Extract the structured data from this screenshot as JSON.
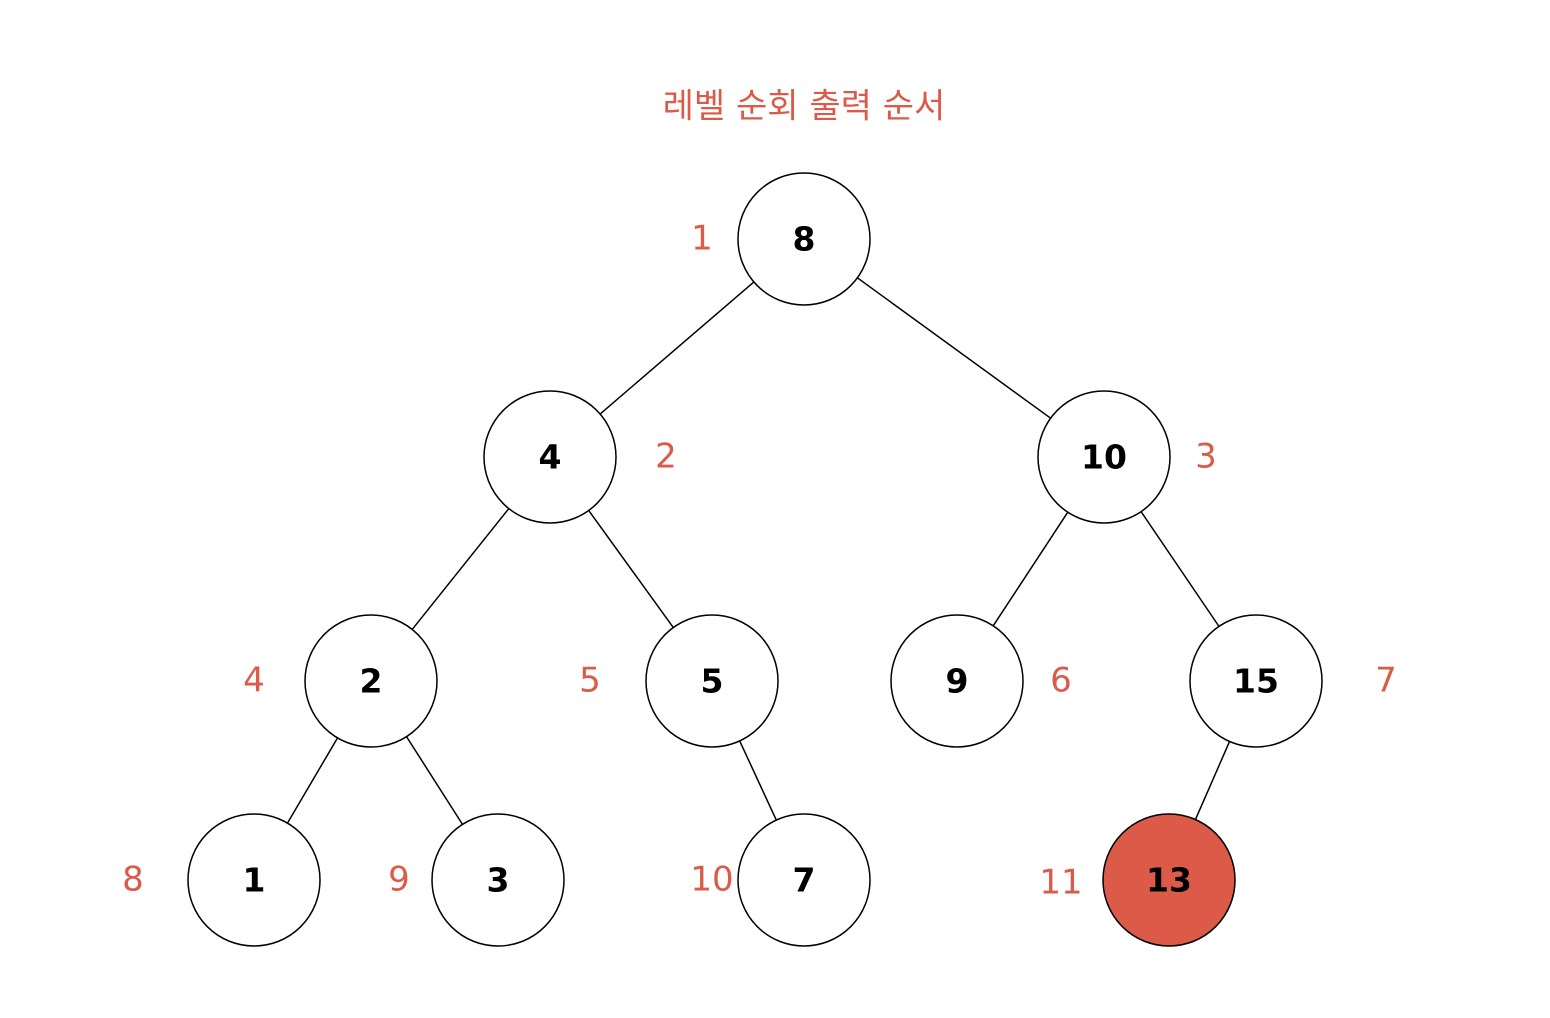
{
  "title": "레벨 순회 출력 순서",
  "colors": {
    "accent": "#db5a48",
    "node_fill": "#ffffff",
    "node_stroke": "#000000",
    "highlight_fill": "#db5a48"
  },
  "nodes": [
    {
      "id": "n8",
      "value": "8",
      "order": "1",
      "highlight": false
    },
    {
      "id": "n4",
      "value": "4",
      "order": "2",
      "highlight": false
    },
    {
      "id": "n10",
      "value": "10",
      "order": "3",
      "highlight": false
    },
    {
      "id": "n2",
      "value": "2",
      "order": "4",
      "highlight": false
    },
    {
      "id": "n5",
      "value": "5",
      "order": "5",
      "highlight": false
    },
    {
      "id": "n9",
      "value": "9",
      "order": "6",
      "highlight": false
    },
    {
      "id": "n15",
      "value": "15",
      "order": "7",
      "highlight": false
    },
    {
      "id": "n1",
      "value": "1",
      "order": "8",
      "highlight": false
    },
    {
      "id": "n3",
      "value": "3",
      "order": "9",
      "highlight": false
    },
    {
      "id": "n7",
      "value": "7",
      "order": "10",
      "highlight": false
    },
    {
      "id": "n13",
      "value": "13",
      "order": "11",
      "highlight": true
    }
  ],
  "edges": [
    {
      "from": "n8",
      "to": "n4"
    },
    {
      "from": "n8",
      "to": "n10"
    },
    {
      "from": "n4",
      "to": "n2"
    },
    {
      "from": "n4",
      "to": "n5"
    },
    {
      "from": "n10",
      "to": "n9"
    },
    {
      "from": "n10",
      "to": "n15"
    },
    {
      "from": "n2",
      "to": "n1"
    },
    {
      "from": "n2",
      "to": "n3"
    },
    {
      "from": "n5",
      "to": "n7"
    },
    {
      "from": "n15",
      "to": "n13"
    }
  ]
}
